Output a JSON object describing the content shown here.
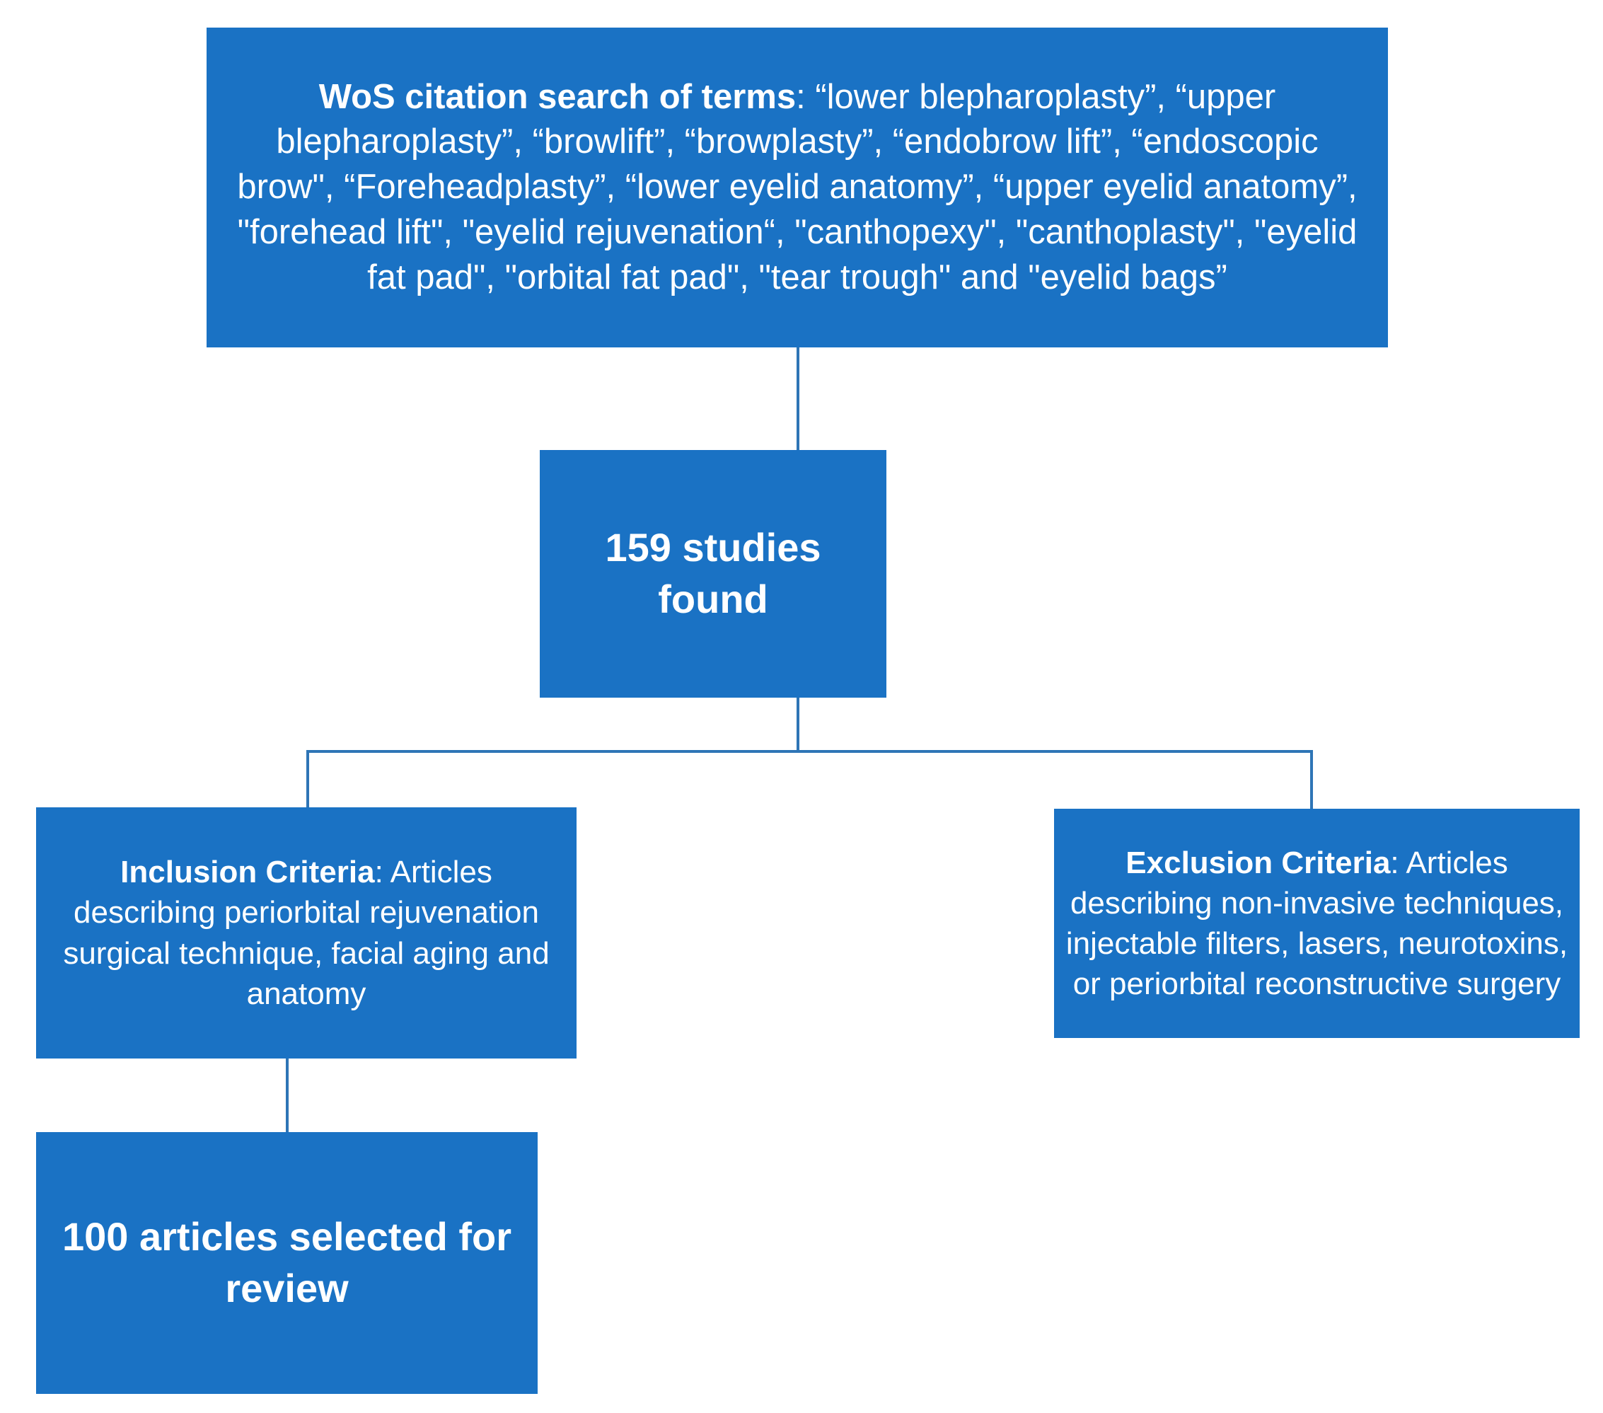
{
  "diagram": {
    "title": "Literature search selection flowchart",
    "accent_color": "#1a72c4",
    "connector_color": "#2e75b6",
    "text_color": "#ffffff"
  },
  "nodes": {
    "search": {
      "label_bold": "WoS citation search of terms",
      "separator": ": ",
      "terms_text": "“lower blepharoplasty”, “upper blepharoplasty”, “browlift”, “browplasty”,  “endobrow lift”, “endoscopic brow\", “Foreheadplasty”,  “lower eyelid anatomy”, “upper eyelid anatomy”, \"forehead lift\", \"eyelid rejuvenation“, \"canthopexy\", \"canthoplasty\", \"eyelid fat pad\", \"orbital fat pad\",  \"tear trough\" and \"eyelid bags”"
    },
    "found": {
      "label": "159 studies found",
      "count": 159
    },
    "inclusion": {
      "label_bold": "Inclusion Criteria",
      "separator": ": ",
      "body_text": "Articles describing periorbital rejuvenation surgical technique, facial aging and anatomy"
    },
    "exclusion": {
      "label_bold": "Exclusion Criteria",
      "separator": ": ",
      "body_text": "Articles describing non-invasive techniques, injectable filters, lasers, neurotoxins, or periorbital reconstructive surgery"
    },
    "selected": {
      "label": "100 articles selected for review",
      "count": 100
    }
  },
  "connectors": [
    {
      "name": "search-to-found",
      "from": "search",
      "to": "found"
    },
    {
      "name": "found-to-split",
      "from": "found",
      "to": "split"
    },
    {
      "name": "split-to-inclusion",
      "from": "split",
      "to": "inclusion"
    },
    {
      "name": "split-to-exclusion",
      "from": "split",
      "to": "exclusion"
    },
    {
      "name": "inclusion-to-selected",
      "from": "inclusion",
      "to": "selected"
    }
  ]
}
